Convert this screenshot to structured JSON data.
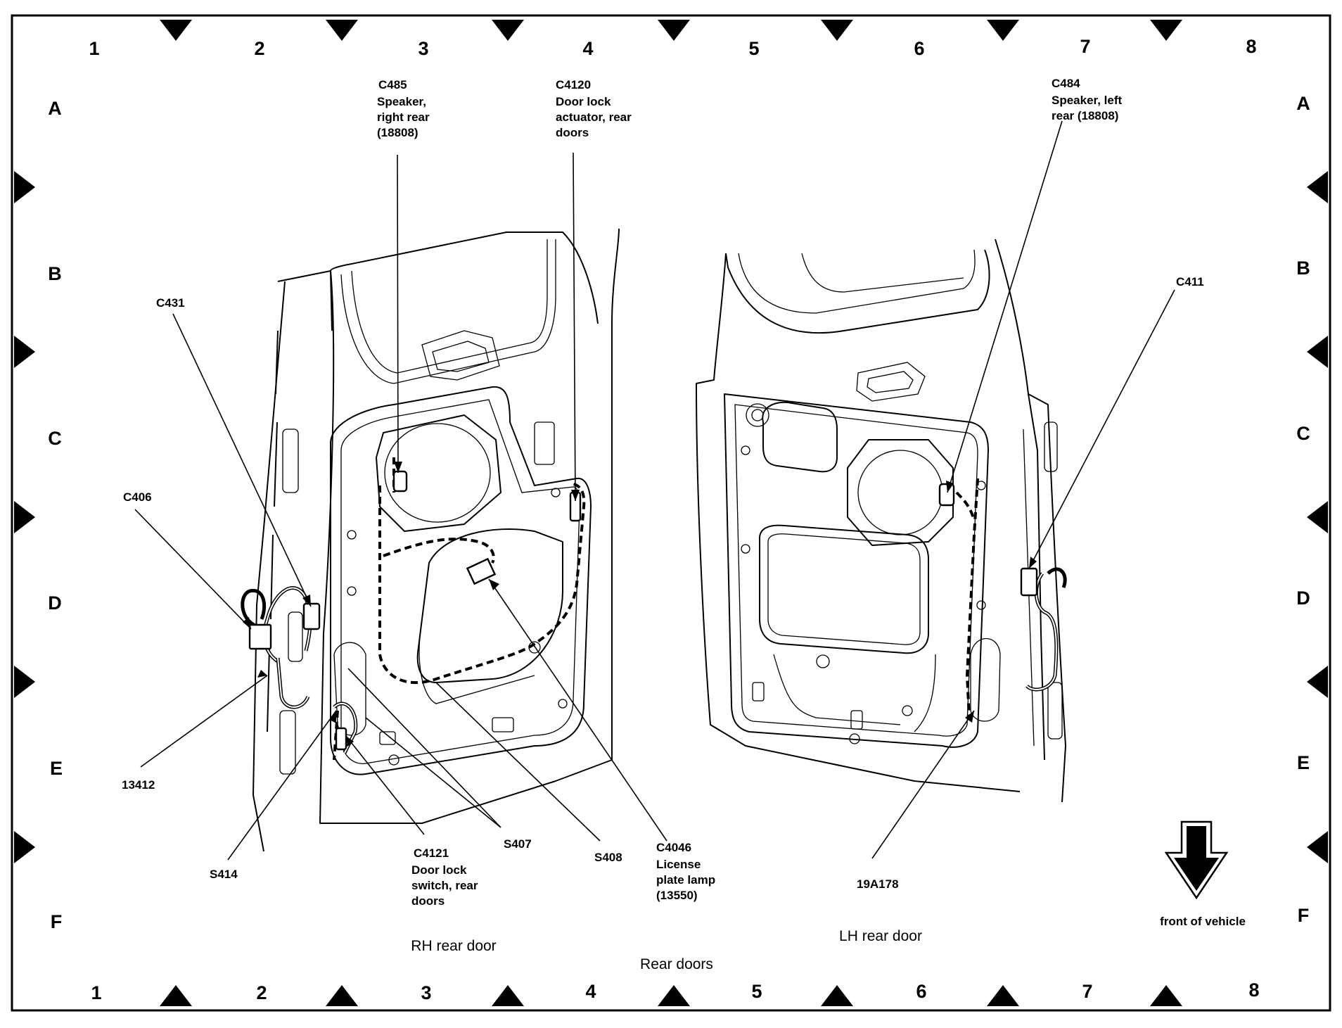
{
  "grid": {
    "columns": [
      "1",
      "2",
      "3",
      "4",
      "5",
      "6",
      "7",
      "8"
    ],
    "rows": [
      "A",
      "B",
      "C",
      "D",
      "E",
      "F"
    ]
  },
  "callouts": {
    "c485": [
      "C485",
      "Speaker,",
      "right rear",
      "(18808)"
    ],
    "c4120": [
      "C4120",
      "Door lock",
      "actuator, rear",
      "doors"
    ],
    "c484": [
      "C484",
      "Speaker, left",
      "rear (18808)"
    ],
    "c431": [
      "C431"
    ],
    "c411": [
      "C411"
    ],
    "c406": [
      "C406"
    ],
    "n13412": [
      "13412"
    ],
    "s414": [
      "S414"
    ],
    "c4121": [
      "C4121",
      "Door lock",
      "switch, rear",
      "doors"
    ],
    "s407": [
      "S407"
    ],
    "s408": [
      "S408"
    ],
    "c4046": [
      "C4046",
      "License",
      "plate lamp",
      "(13550)"
    ],
    "n19a178": [
      "19A178"
    ]
  },
  "captions": {
    "rh_door": "RH rear door",
    "lh_door": "LH rear door",
    "figure": "Rear doors",
    "front": "front of vehicle"
  }
}
